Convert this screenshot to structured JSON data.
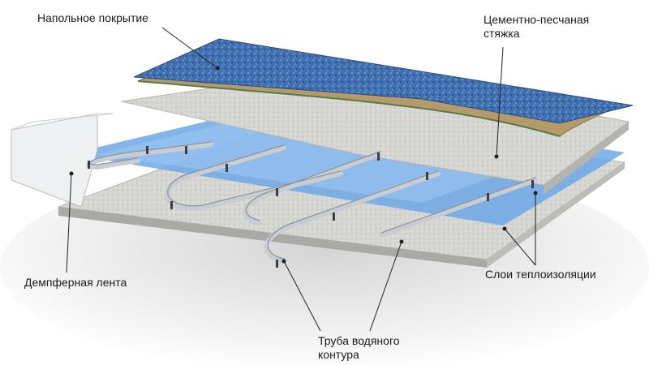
{
  "labels": {
    "floor_covering": "Напольное покрытие",
    "screed_line1": "Цементно-песчаная",
    "screed_line2": "стяжка",
    "damper_tape": "Демпферная лента",
    "insulation": "Слои теплоизоляции",
    "pipe_line1": "Труба водяного",
    "pipe_line2": "контура"
  },
  "colors": {
    "floor_covering": "#3f6fae",
    "screed": "#d9d9d6",
    "sand_layer": "#b59a6a",
    "foil_film": "#6fa8e6",
    "pipe": "#c9cdd2",
    "damper_tape": "#eef0f2",
    "ground": "#e6e6e6"
  }
}
